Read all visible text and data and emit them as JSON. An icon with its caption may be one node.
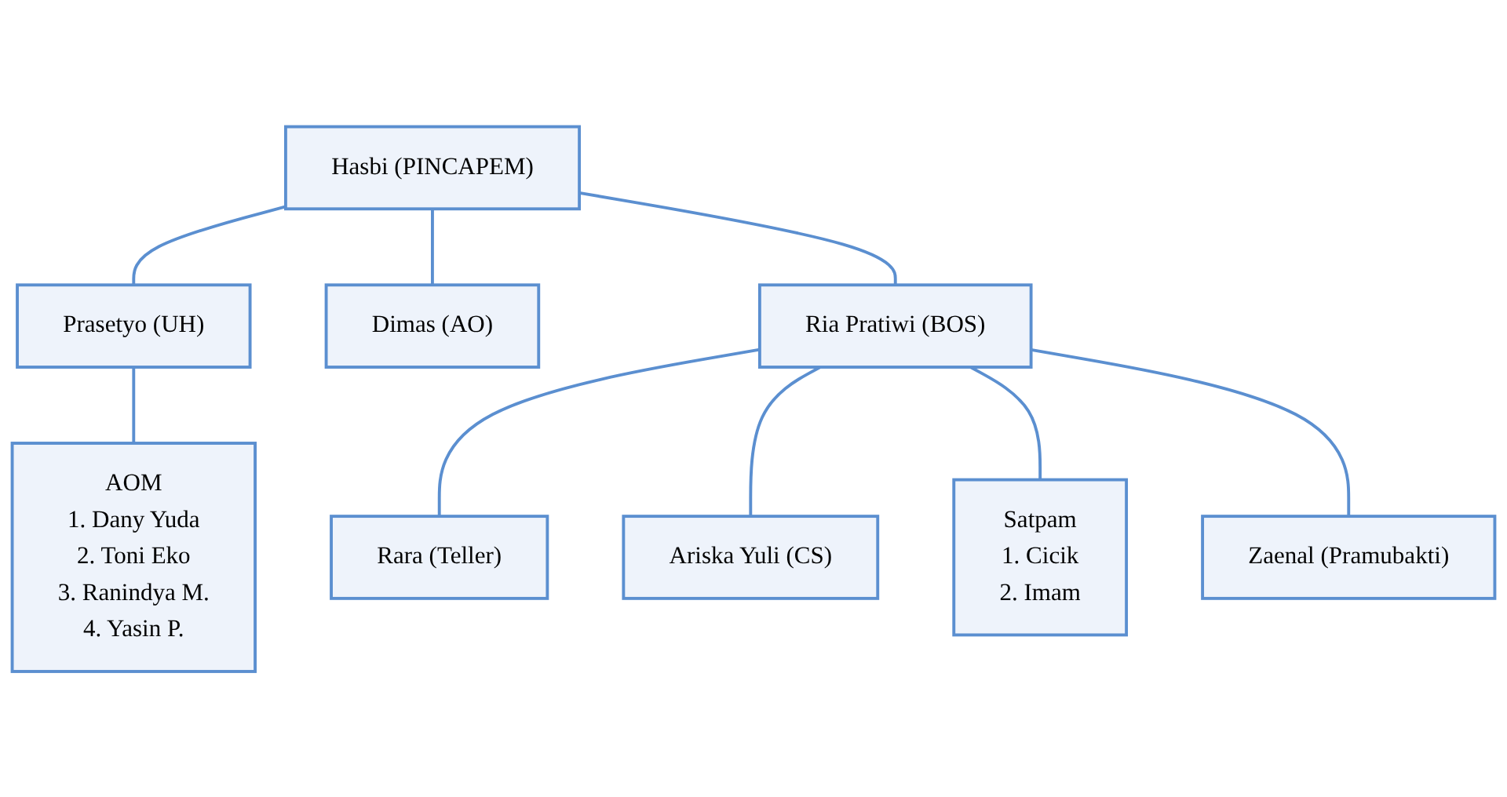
{
  "diagram": {
    "nodes": [
      {
        "text": [
          "Hasbi (PINCAPEM)"
        ]
      },
      {
        "text": [
          "Prasetyo (UH)"
        ]
      },
      {
        "text": [
          "Dimas (AO)"
        ]
      },
      {
        "text": [
          "Ria Pratiwi (BOS)"
        ]
      },
      {
        "text": [
          "AOM",
          "1. Dany Yuda",
          "2. Toni Eko",
          "3. Ranindya M.",
          "4. Yasin P."
        ]
      },
      {
        "text": [
          "Rara (Teller)"
        ]
      },
      {
        "text": [
          "Ariska Yuli (CS)"
        ]
      },
      {
        "text": [
          "Satpam",
          "1. Cicik",
          "2. Imam"
        ]
      },
      {
        "text": [
          "Zaenal (Pramubakti)"
        ]
      }
    ],
    "edges": [
      {
        "from": 0,
        "to": 1,
        "arrow": "none"
      },
      {
        "from": 0,
        "to": 2,
        "arrow": "none"
      },
      {
        "from": 0,
        "to": 3,
        "arrow": "none"
      },
      {
        "from": 1,
        "to": 4,
        "arrow": "none"
      },
      {
        "from": 3,
        "to": 5,
        "arrow": "none"
      },
      {
        "from": 3,
        "to": 6,
        "arrow": "none"
      },
      {
        "from": 3,
        "to": 7,
        "arrow": "none"
      },
      {
        "from": 3,
        "to": 8,
        "arrow": "none"
      }
    ]
  }
}
